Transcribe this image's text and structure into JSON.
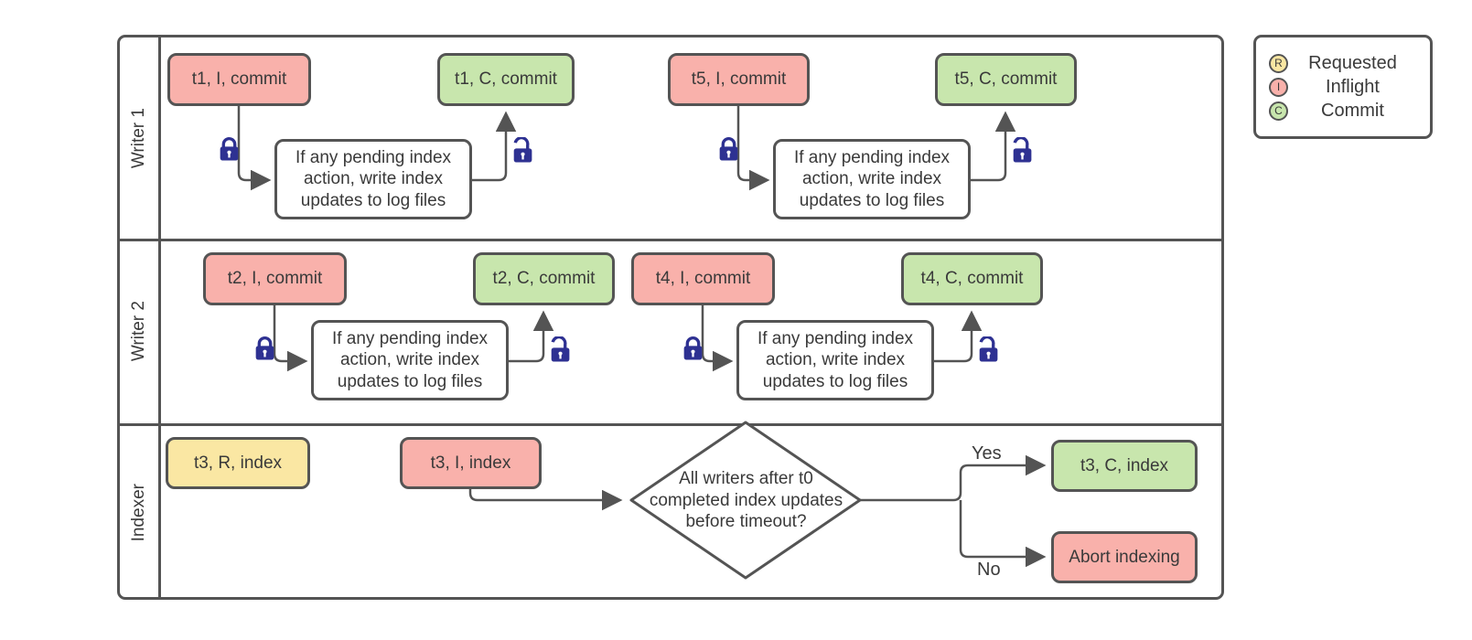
{
  "diagram_type": "swimlane-flowchart",
  "colors": {
    "requested_fill": "#FAE7A3",
    "inflight_fill": "#F9B1AB",
    "commit_fill": "#C8E6AD",
    "process_fill": "#FFFFFF",
    "border": "#545454",
    "connector": "#545454",
    "lock": "#2E3192",
    "text": "#3A3A3A"
  },
  "process_note": "If any pending index action, write index updates to log files",
  "writer1": {
    "label": "Writer 1",
    "t1_inflight": "t1, I, commit",
    "t1_commit": "t1, C, commit",
    "t5_inflight": "t5, I, commit",
    "t5_commit": "t5, C, commit"
  },
  "writer2": {
    "label": "Writer 2",
    "t2_inflight": "t2, I, commit",
    "t2_commit": "t2, C, commit",
    "t4_inflight": "t4, I, commit",
    "t4_commit": "t4, C, commit"
  },
  "indexer": {
    "label": "Indexer",
    "t3_requested": "t3, R, index",
    "t3_inflight": "t3, I, index",
    "decision_question": "All writers after t0 completed index updates before timeout?",
    "yes_label": "Yes",
    "no_label": "No",
    "t3_commit": "t3, C, index",
    "abort": "Abort indexing"
  },
  "legend": {
    "items": [
      {
        "symbol": "R",
        "label": "Requested",
        "color": "#FAE7A3"
      },
      {
        "symbol": "I",
        "label": "Inflight",
        "color": "#F9B1AB"
      },
      {
        "symbol": "C",
        "label": "Commit",
        "color": "#C8E6AD"
      }
    ]
  }
}
